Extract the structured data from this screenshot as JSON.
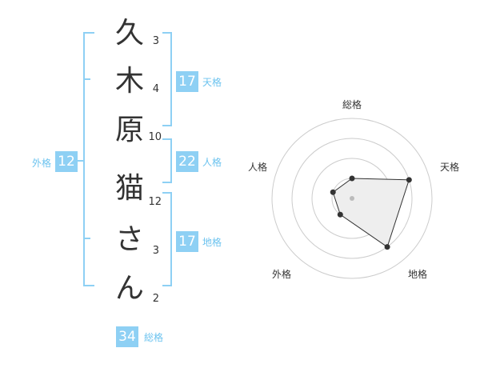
{
  "name_chars": [
    {
      "char": "久",
      "strokes": "3"
    },
    {
      "char": "木",
      "strokes": "4"
    },
    {
      "char": "原",
      "strokes": "10"
    },
    {
      "char": "猫",
      "strokes": "12"
    },
    {
      "char": "さ",
      "strokes": "3"
    },
    {
      "char": "ん",
      "strokes": "2"
    }
  ],
  "fortune": {
    "ten": {
      "value": "17",
      "label": "天格"
    },
    "jin": {
      "value": "22",
      "label": "人格"
    },
    "chi": {
      "value": "17",
      "label": "地格"
    },
    "gai": {
      "value": "12",
      "label": "外格"
    },
    "sou": {
      "value": "34",
      "label": "総格"
    }
  },
  "colors": {
    "accent": "#8ed0f4",
    "accent_text": "#6cc3ef",
    "grid": "#cccccc",
    "fill": "#eeeeee"
  },
  "chart_data": {
    "type": "radar",
    "axes": [
      "総格",
      "天格",
      "地格",
      "外格",
      "人格"
    ],
    "values": [
      1.0,
      3.0,
      3.0,
      1.0,
      1.0
    ],
    "rings": 4,
    "max": 4
  }
}
